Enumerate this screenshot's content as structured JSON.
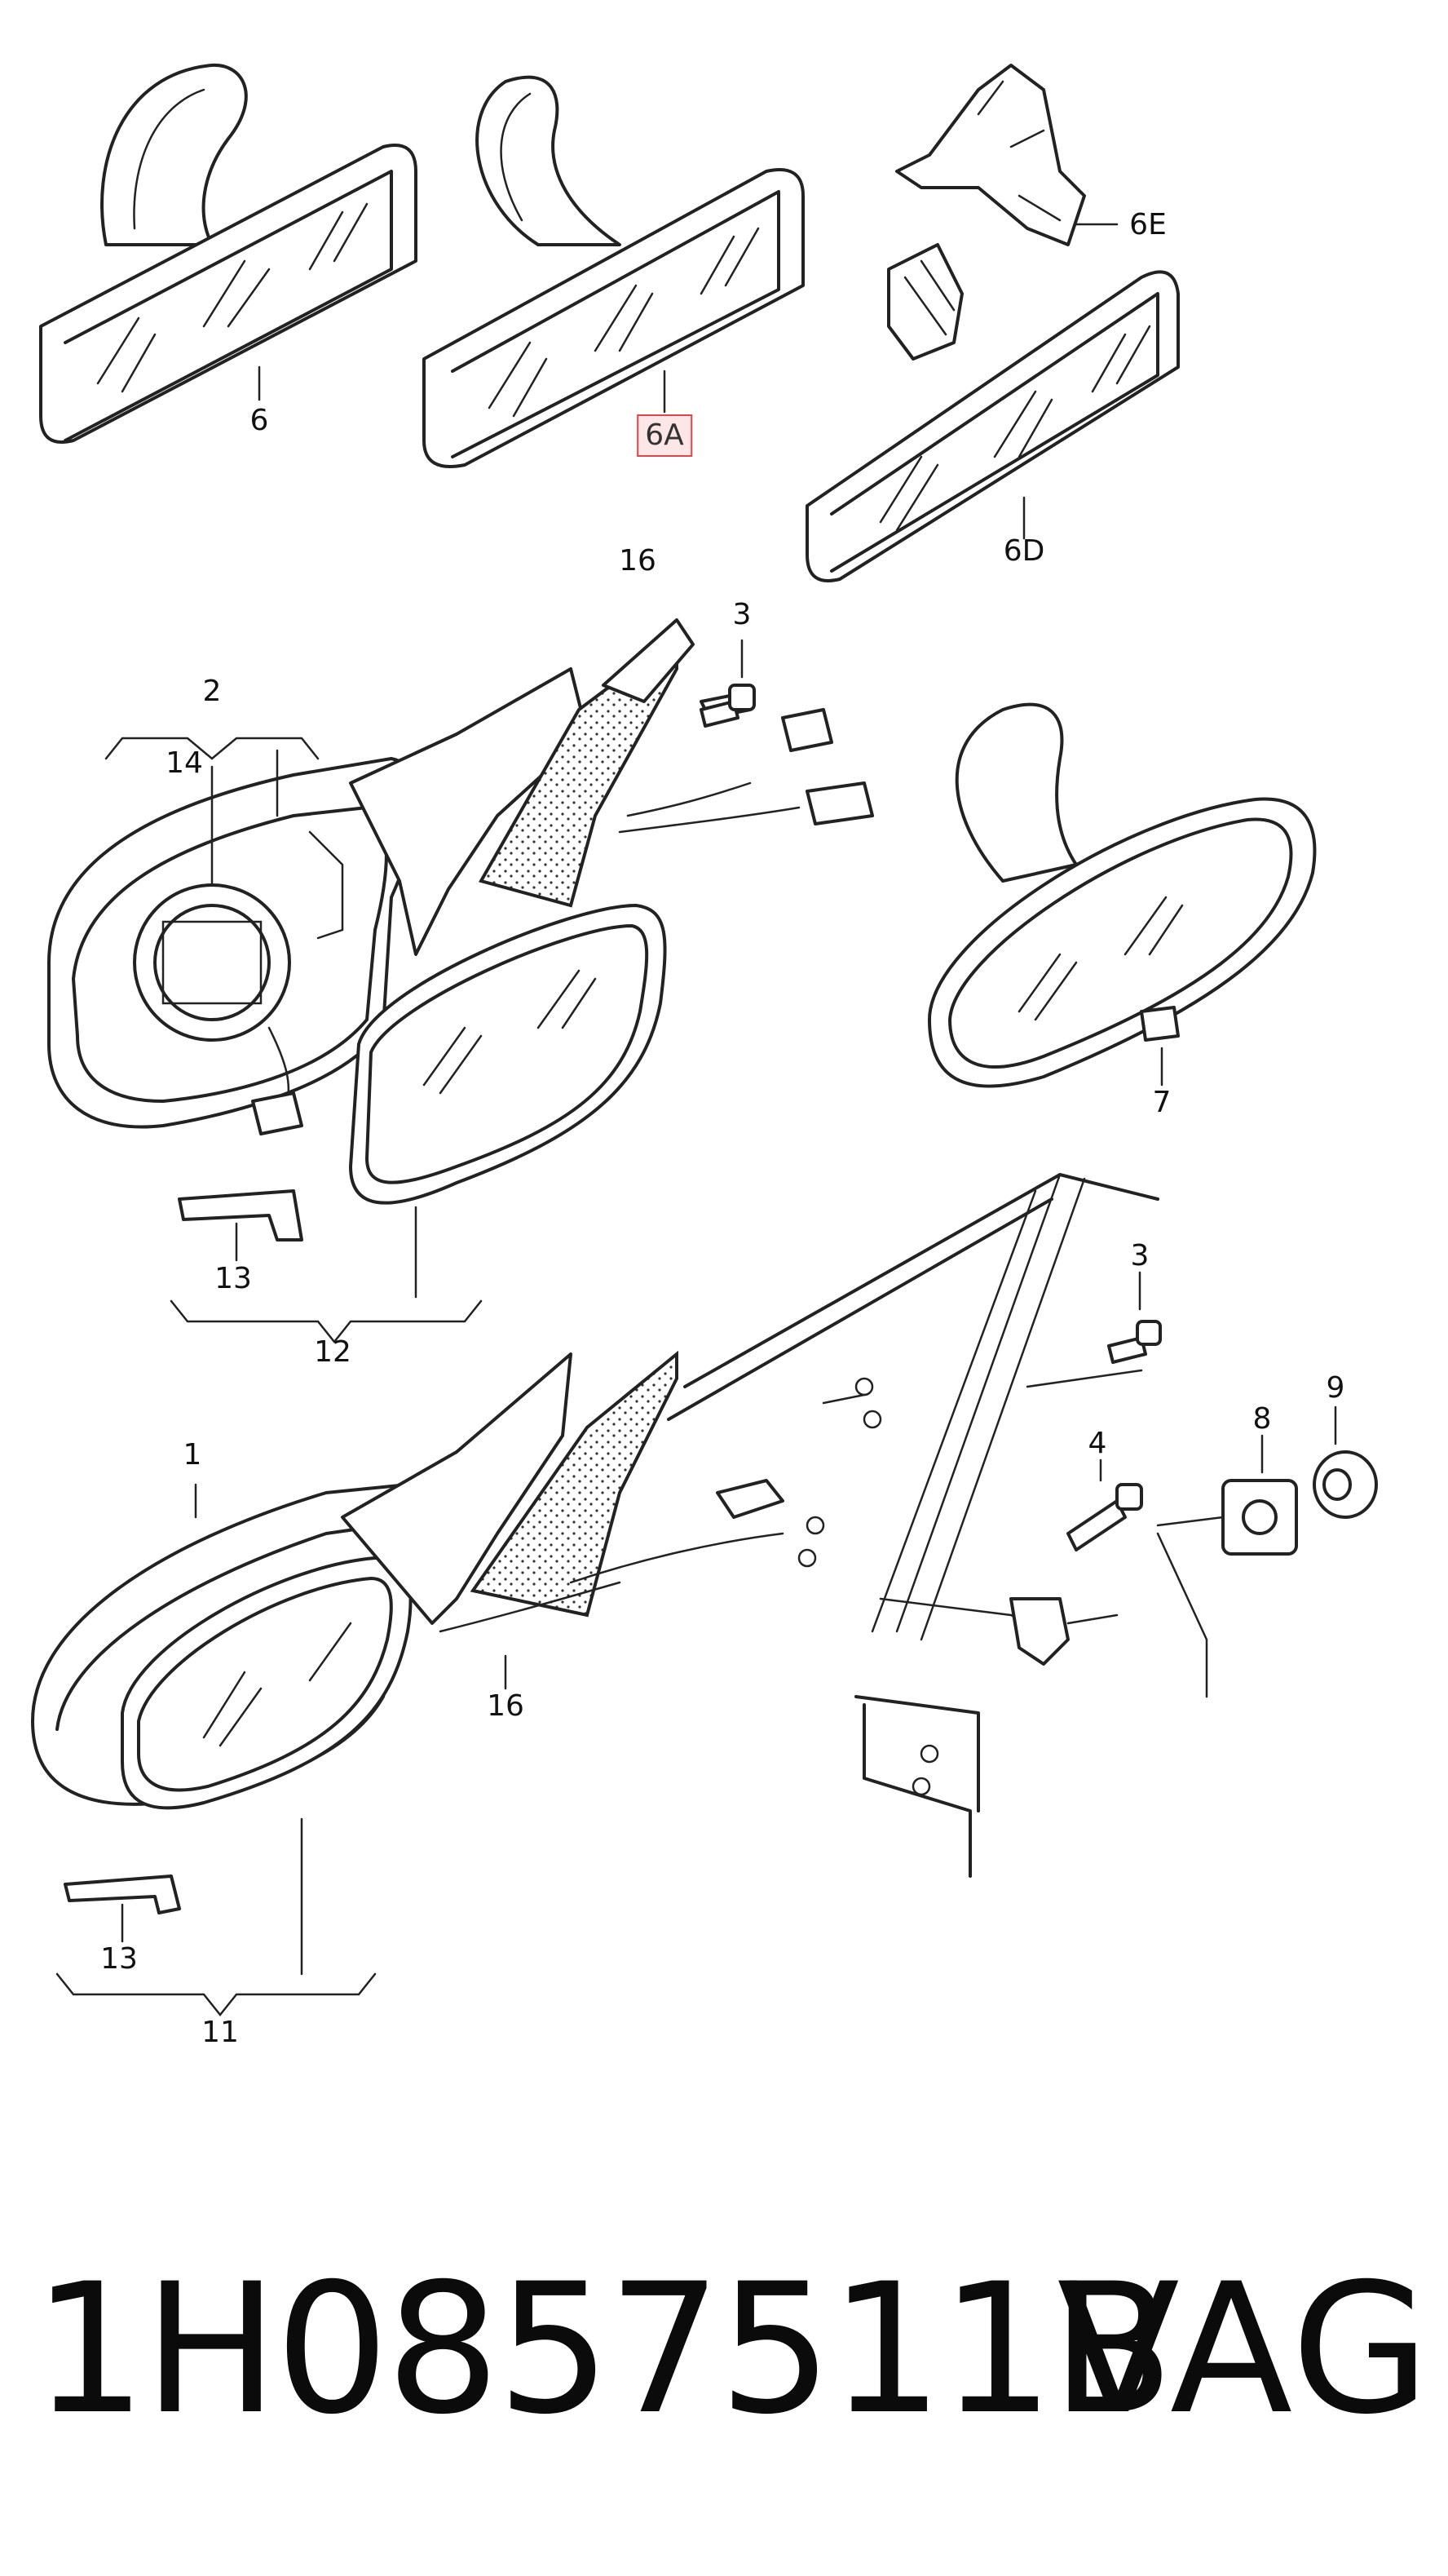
{
  "callouts": {
    "c6": "6",
    "c6A": "6A",
    "c6E": "6E",
    "c6D": "6D",
    "c16_top": "16",
    "c3_top": "3",
    "c2": "2",
    "c14": "14",
    "c7": "7",
    "c13_top": "13",
    "c12": "12",
    "c3_bottom": "3",
    "c9": "9",
    "c8": "8",
    "c4": "4",
    "c1": "1",
    "c16_bottom": "16",
    "c13_bottom": "13",
    "c11": "11"
  },
  "highlight_color": "#e0454a",
  "footer": {
    "part_number": "1H0857511B",
    "brand": "VAG"
  }
}
